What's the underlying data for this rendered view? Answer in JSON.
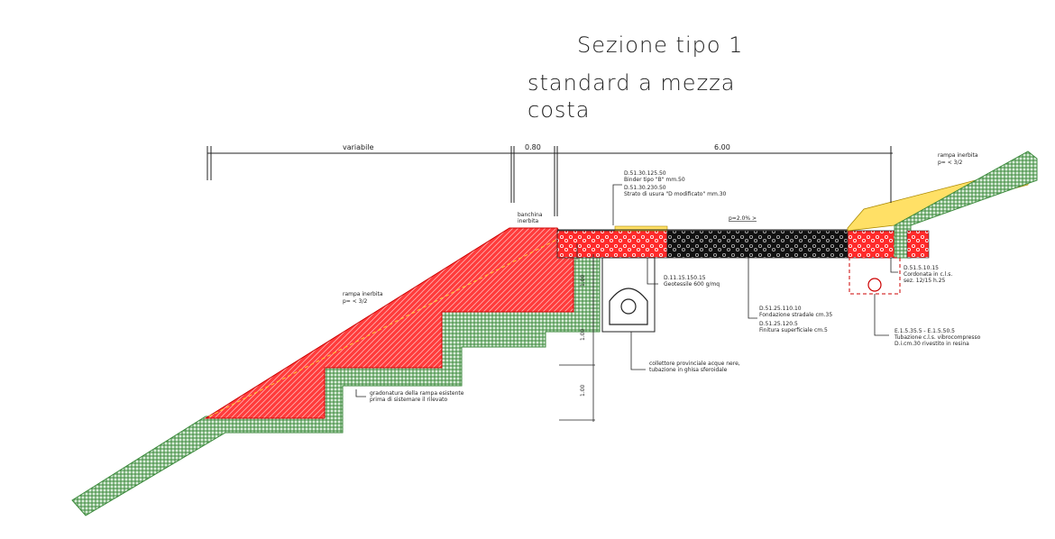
{
  "title": {
    "line1": "Sezione tipo 1",
    "line2": "standard a mezza",
    "line3": "costa"
  },
  "dimensions": {
    "variable": "variabile",
    "shoulder": "0.80",
    "carriageway": "6.00"
  },
  "slope_marks": {
    "upper": "1.00",
    "middle": "1.00",
    "lower": "1.00"
  },
  "labels": {
    "banchina_line1": "banchina",
    "banchina_line2": "inerbita",
    "rampa_right_line1": "rampa inerbita",
    "rampa_right_line2": "p= < 3/2",
    "rampa_left_line1": "rampa inerbita",
    "rampa_left_line2": "p= < 3/2",
    "binder_code": "D.51.30.125.50",
    "binder_desc": "Binder tipo \"B\" mm.50",
    "usura_code": "D.51.30.230.50",
    "usura_desc": "Strato di usura \"D modificato\" mm.30",
    "slope": "p=2.0% >",
    "geotessile_code": "D.11.15.150.15",
    "geotessile_desc": "Geotessile 600 g/mq",
    "cordonata_code": "D.51.5.10.15",
    "cordonata_desc1": "Cordonata in c.l.s.",
    "cordonata_desc2": "sez. 12/15 h.25",
    "fondazione_code": "D.51.25.110.10",
    "fondazione_desc": "Fondazione stradale cm.35",
    "finitura_code": "D.51.25.120.5",
    "finitura_desc": "Finitura superficiale cm.5",
    "tubazione_code": "E.1.5.35.5 - E.1.5.50.5",
    "tubazione_desc1": "Tubazione c.l.s. vibrocompresso",
    "tubazione_desc2": "D.i.cm.30 rivestito in resina",
    "collettore_line1": "collettore provinciale acque nere,",
    "collettore_line2": "tubazione in ghisa sferoidale",
    "gradonatura_line1": "gradonatura della rampa esistente",
    "gradonatura_line2": "prima di sistemare il rilevato"
  },
  "colors": {
    "fill_red": "#ff2a2a",
    "hatch_green": "#3c8a3c",
    "asphalt_black": "#111111",
    "grass_yellow": "#ffe066",
    "line": "#222222"
  }
}
